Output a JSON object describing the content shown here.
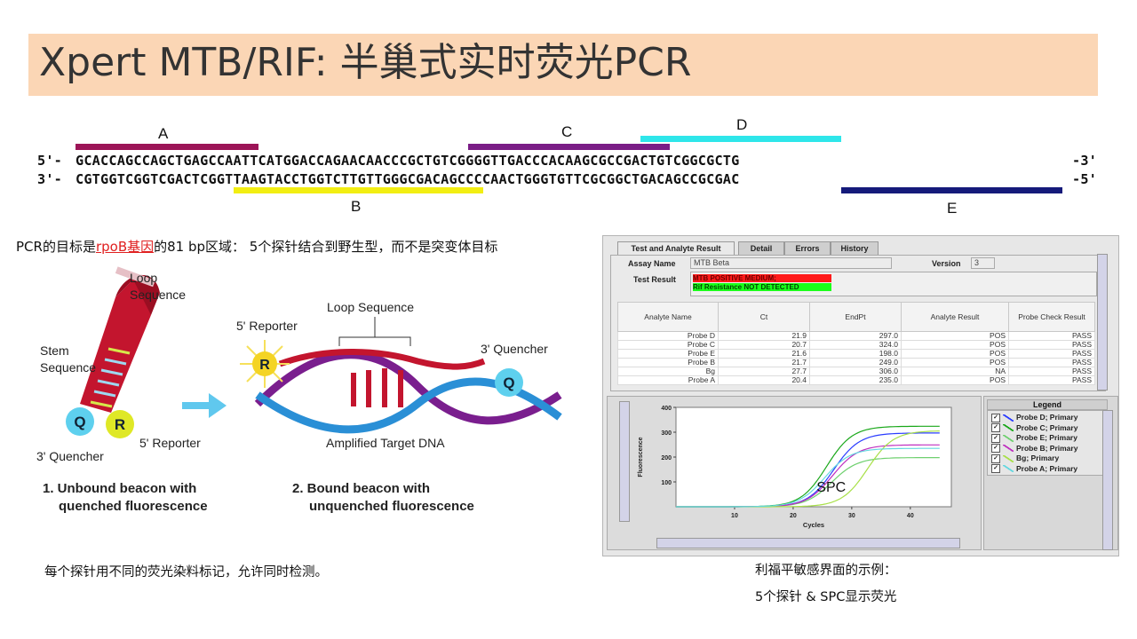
{
  "title": "Xpert MTB/RIF: 半巢式实时荧光PCR",
  "sequence": {
    "top_left": "5'-",
    "top_strand": "GCACCAGCCAGCTGAGCCAATTCATGGACCAGAACAACCCGCTGTCGGGGTTGACCCACAAGCGCCGACTGTCGGCGCTG",
    "top_right": "-3'",
    "bottom_left": "3'-",
    "bottom_strand": "CGTGGTCGGTCGACTCGGTTAAGTACCTGGTCTTGTTGGGCGACAGCCCCAACTGGGTGTTCGCGGCTGACAGCCGCGAC",
    "bottom_right": "-5'",
    "probes": [
      {
        "label": "A",
        "color": "#9c1457"
      },
      {
        "label": "B",
        "color": "#f2ee12"
      },
      {
        "label": "C",
        "color": "#7a1d86"
      },
      {
        "label": "D",
        "color": "#2ee6ea"
      },
      {
        "label": "E",
        "color": "#151a7a"
      }
    ]
  },
  "caption_top": {
    "prefix": "PCR的目标是",
    "highlight": "rpoB基因",
    "suffix": "的81 bp区域： 5个探针结合到野生型，而不是突变体目标"
  },
  "diagram": {
    "loop_sequence_1": "Loop\nSequence",
    "stem_sequence": "Stem\nSequence",
    "quencher_1": "3' Quencher",
    "reporter_1": "5' Reporter",
    "reporter_2": "5' Reporter",
    "loop_sequence_2": "Loop Sequence",
    "quencher_2": "3' Quencher",
    "amplified": "Amplified Target DNA",
    "q_letter": "Q",
    "r_letter": "R",
    "step1_line1": "1. Unbound beacon with",
    "step1_line2": "quenched fluorescence",
    "step2_line1": "2. Bound beacon with",
    "step2_line2": "unquenched fluorescence"
  },
  "caption_bottom_left": "每个探针用不同的荧光染料标记，允许同时检测。",
  "software": {
    "tabs": [
      "Test and Analyte Result",
      "Detail",
      "Errors",
      "History"
    ],
    "assay_name_label": "Assay Name",
    "assay_name_value": "MTB Beta",
    "version_label": "Version",
    "version_value": "3",
    "test_result_label": "Test Result",
    "test_result_line1": "MTB POSITIVE MEDIUM;",
    "test_result_line2": "Rif Resistance NOT DETECTED",
    "columns": [
      "Analyte Name",
      "Ct",
      "EndPt",
      "Analyte Result",
      "Probe Check Result"
    ],
    "rows": [
      [
        "Probe D",
        "21.9",
        "297.0",
        "POS",
        "PASS"
      ],
      [
        "Probe C",
        "20.7",
        "324.0",
        "POS",
        "PASS"
      ],
      [
        "Probe E",
        "21.6",
        "198.0",
        "POS",
        "PASS"
      ],
      [
        "Probe B",
        "21.7",
        "249.0",
        "POS",
        "PASS"
      ],
      [
        "Bg",
        "27.7",
        "306.0",
        "NA",
        "PASS"
      ],
      [
        "Probe A",
        "20.4",
        "235.0",
        "POS",
        "PASS"
      ]
    ],
    "legend_title": "Legend",
    "legend": [
      {
        "label": "Probe D; Primary",
        "color": "#2a3cff"
      },
      {
        "label": "Probe C; Primary",
        "color": "#1aa81a"
      },
      {
        "label": "Probe E; Primary",
        "color": "#6fd06f"
      },
      {
        "label": "Probe B; Primary",
        "color": "#c030c0"
      },
      {
        "label": "Bg; Primary",
        "color": "#a8e048"
      },
      {
        "label": "Probe A; Primary",
        "color": "#64d8e0"
      }
    ],
    "y_axis_label": "Fluorescence",
    "x_axis_label": "Cycles",
    "spc_label": "SPC"
  },
  "chart_data": {
    "type": "line",
    "xlabel": "Cycles",
    "ylabel": "Fluorescence",
    "xlim": [
      0,
      47
    ],
    "ylim": [
      0,
      400
    ],
    "xticks": [
      "10",
      "20",
      "30",
      "40"
    ],
    "yticks": [
      "100",
      "200",
      "300",
      "400"
    ],
    "series": [
      {
        "name": "Probe D; Primary",
        "ct": 21.9,
        "end": 297
      },
      {
        "name": "Probe C; Primary",
        "ct": 20.7,
        "end": 324
      },
      {
        "name": "Probe E; Primary",
        "ct": 21.6,
        "end": 198
      },
      {
        "name": "Probe B; Primary",
        "ct": 21.7,
        "end": 249
      },
      {
        "name": "Bg; Primary",
        "ct": 27.7,
        "end": 306
      },
      {
        "name": "Probe A; Primary",
        "ct": 20.4,
        "end": 235
      }
    ]
  },
  "caption_right_1": "利福平敏感界面的示例：",
  "caption_right_2": "5个探针 & SPC显示荧光"
}
